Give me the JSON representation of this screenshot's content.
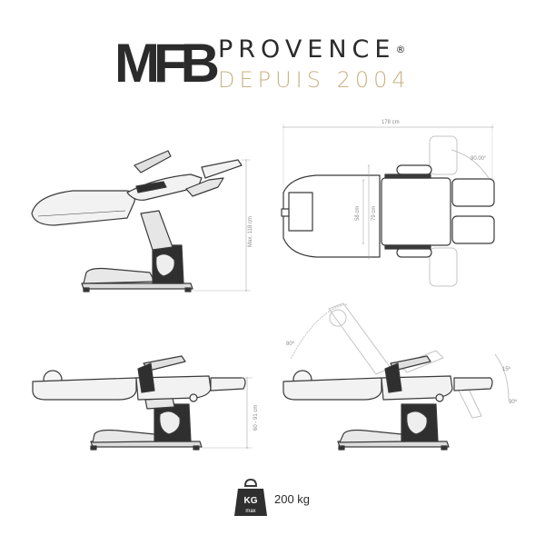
{
  "brand": {
    "logo_mark": "MFB",
    "name": "PROVENCE",
    "registered": "®",
    "tagline": "DEPUIS 2004",
    "accent_color": "#c9b285",
    "text_color": "#2b2b2b"
  },
  "dimensions": {
    "total_length": "178 cm",
    "max_height": "Max. 118 cm",
    "seat_width": "58 cm",
    "full_width": "79 cm",
    "height_range": "60 - 91 cm",
    "armrest_angle": "90.00°",
    "backrest_angle": "80º",
    "leg_angle_small": "15º",
    "leg_angle_large": "90º"
  },
  "weight": {
    "badge": "KG",
    "badge_sub": "max",
    "value": "200 kg"
  }
}
